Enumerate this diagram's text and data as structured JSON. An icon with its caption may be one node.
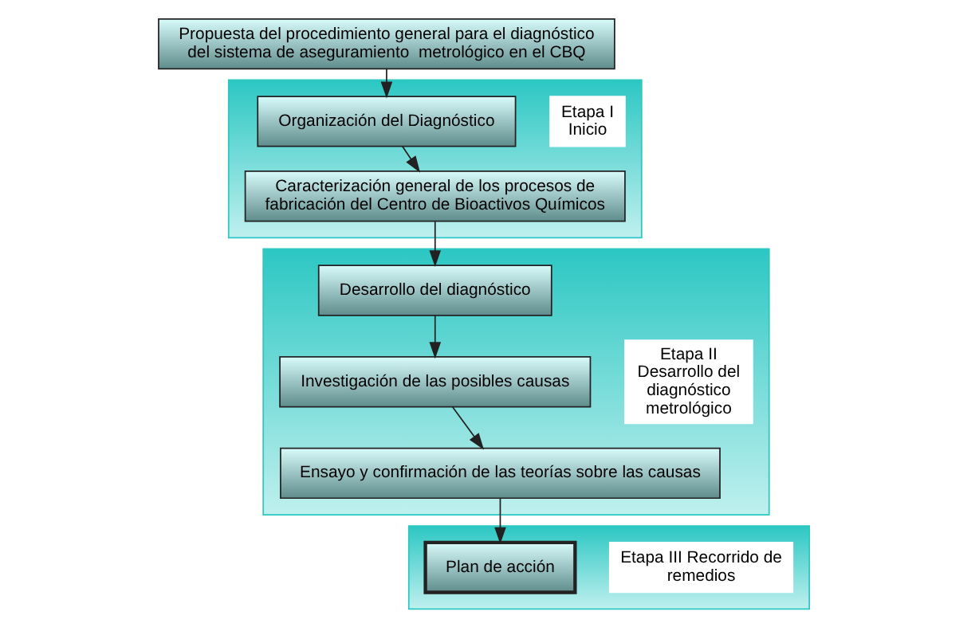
{
  "diagram": {
    "nodes": [
      {
        "text": [
          "Propuesta del procedimiento general para el diagnóstico del sistema de aseguramiento  metrológico en el CBQ"
        ]
      },
      {
        "text": [],
        "shape": "bar"
      },
      {
        "text": [
          "Etapa I Inicio"
        ],
        "in": 1
      },
      {
        "text": [
          "Organización del Diagnóstico"
        ],
        "in": 1
      },
      {
        "text": [
          "Caracterización general de los procesos de fabricación del Centro de Bioactivos Químicos"
        ],
        "in": 1
      },
      {
        "text": [],
        "shape": "bar"
      },
      {
        "text": [
          "Etapa II Desarrollo del diagnóstico metrológico"
        ],
        "in": 5
      },
      {
        "text": [
          "Desarrollo del diagnóstico"
        ],
        "in": 5
      },
      {
        "text": [
          "Investigación de las posibles causas"
        ],
        "in": 5
      },
      {
        "text": [
          "Ensayo y confirmación de las teorías sobre las causas"
        ],
        "in": 5
      },
      {
        "text": [],
        "shape": "bar"
      },
      {
        "text": [
          "Etapa III Recorrido de remedios"
        ],
        "in": 10
      },
      {
        "text": [
          "Plan de acción"
        ],
        "in": 10
      }
    ],
    "edges": [
      {
        "from": 0,
        "to": 3,
        "arrow": "to"
      },
      {
        "from": 3,
        "to": 4,
        "arrow": "to"
      },
      {
        "from": 4,
        "to": 7,
        "arrow": "to"
      },
      {
        "from": 7,
        "to": 8,
        "arrow": "to"
      },
      {
        "from": 8,
        "to": 9,
        "arrow": "to"
      },
      {
        "from": 9,
        "to": 12,
        "arrow": "to"
      }
    ]
  }
}
